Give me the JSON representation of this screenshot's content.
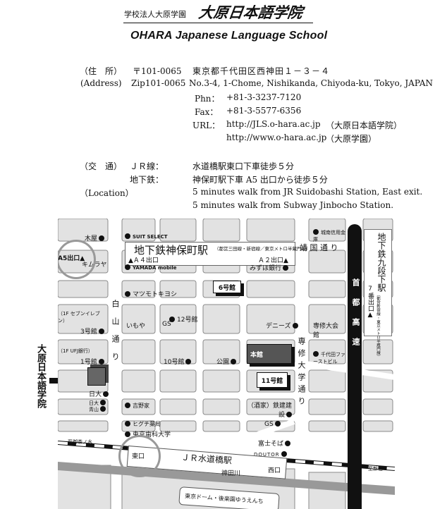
{
  "header": {
    "org": "学校法人大原学園",
    "school_jp": "大原日本語学院",
    "school_en": "OHARA Japanese Language School"
  },
  "address": {
    "label_jp": "（住　所）",
    "label_en": "(Address)",
    "zip_jp": "〒101-0065",
    "zip_en": "Zip101-0065",
    "addr_jp": "東京都千代田区西神田１－３－４",
    "addr_en": "No.3-4, 1-Chome, Nishikanda, Chiyoda-ku, Tokyo, JAPAN",
    "phone_label": "Phn：",
    "phone": "+81-3-3237-7120",
    "fax_label": "Fax：",
    "fax": "+81-3-5577-6356",
    "url_label": "URL：",
    "url1": "http://JLS.o-hara.ac.jp",
    "url1_note": "（大原日本語学院）",
    "url2": "http://www.o-hara.ac.jp",
    "url2_note": "（大原学園）"
  },
  "access": {
    "label_jp": "（交　通）",
    "label_en": "（Location）",
    "jr_label": "ＪＲ線：",
    "jr_jp": "水道橋駅東口下車徒歩５分",
    "subway_label": "地下鉄：",
    "subway_jp": "神保町駅下車 A5 出口から徒歩５分",
    "jr_en": "5 minutes walk from JR Suidobashi Station, East exit.",
    "subway_en": "5 minutes walk from Subway Jinbocho Station."
  },
  "map": {
    "school_side_label": "大原日本語学院",
    "jinbocho_station": "地下鉄神保町駅",
    "jinbocho_lines": "（都営三田線・新宿線／東京メトロ半蔵門線）",
    "exit_a4": "▲Ａ４出口",
    "exit_a2": "Ａ２出口▲",
    "exit_a5": "A5出口▲",
    "yasukuni": "靖 国 通 り",
    "hakusan": "白山通り",
    "senshu": "専修大学通り",
    "highway": "首都高速",
    "kudanshita": "地下鉄九段下駅",
    "kudanshita_lines": "（都営新宿線・東京メトロ半蔵門線）",
    "exit_7": "7番出口▲",
    "jr_station": "ＪＲ水道橋駅",
    "east_exit": "東口",
    "west_exit": "西口",
    "to_ochanomizu": "至御茶ノ水",
    "to_shinjuku": "至新宿",
    "kanda_river": "神田川",
    "tokyo_dome": "東京ドーム・後楽園ゆうえんち",
    "buildings": {
      "b6": "6号館",
      "honkan": "本館",
      "b11": "11号館",
      "b12": "12号館",
      "b10": "10号館",
      "b3": "3号館",
      "b1": "1号館"
    },
    "labels": {
      "kiya": "木屋",
      "suit": "SUIT SELECT",
      "johnan": "城南信用金庫",
      "kimuraya": "キムラヤ",
      "yamada": "YAMADA mobile",
      "mizuho": "みずほ銀行",
      "matsumoto": "マツモトキヨシ",
      "seven": "（1F セブンイレブン）",
      "imoya": "いもや",
      "gs1": "GS",
      "dennys": "デニーズ",
      "senshu_kaikan": "専修大会館",
      "ufj": "（1F UFJ銀行）",
      "koen": "公園",
      "chiyoda": "千代田ファーストビル",
      "nichidai1": "日大",
      "nichidai2": "日大",
      "aoyama": "青山",
      "yoshinoya": "吉野家",
      "tekken": "（酒家）鉄建建設",
      "higuchi": "ヒグチ薬局",
      "shika": "東京歯科大学",
      "gs2": "GS",
      "fuji": "富士そば",
      "doutor": "DOUTOR"
    }
  }
}
